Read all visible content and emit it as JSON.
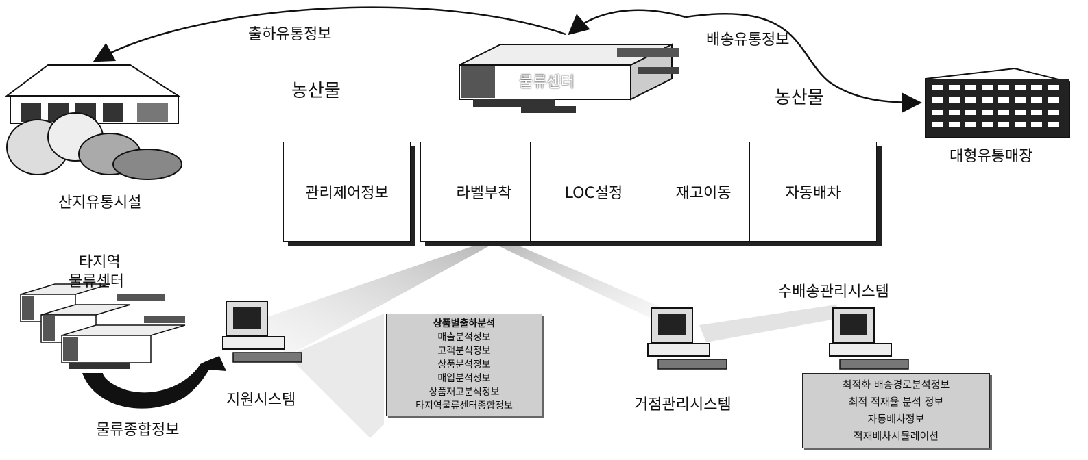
{
  "labels": {
    "shipping_info": "출하유통정보",
    "delivery_info": "배송유통정보",
    "produce_left": "농산물",
    "produce_right": "농산물",
    "logistics_center": "물류센터",
    "production_facility": "산지유통시설",
    "large_store": "대형유통매장",
    "other_region_line1": "타지역",
    "other_region_line2": "물류센터",
    "integrated_info": "물류종합정보",
    "support_system": "지원시스템",
    "hub_system": "거점관리시스템",
    "transport_system": "수배송관리시스템"
  },
  "functions": [
    "관리제어정보",
    "라벨부착",
    "LOC설정",
    "재고이동",
    "자동배차"
  ],
  "support_panel": [
    "상품별출하분석",
    "매출분석정보",
    "고객분석정보",
    "상품분석정보",
    "매입분석정보",
    "상품재고분석정보",
    "타지역물류센터종합정보"
  ],
  "transport_panel": [
    "최적화 배송경로분석정보",
    "최적 적재율 분석 정보",
    "자동배차정보",
    "적재배차시뮬레이션"
  ],
  "colors": {
    "ink": "#111111",
    "panel": "#cfcfcf",
    "beam": "#bdbdbd"
  }
}
